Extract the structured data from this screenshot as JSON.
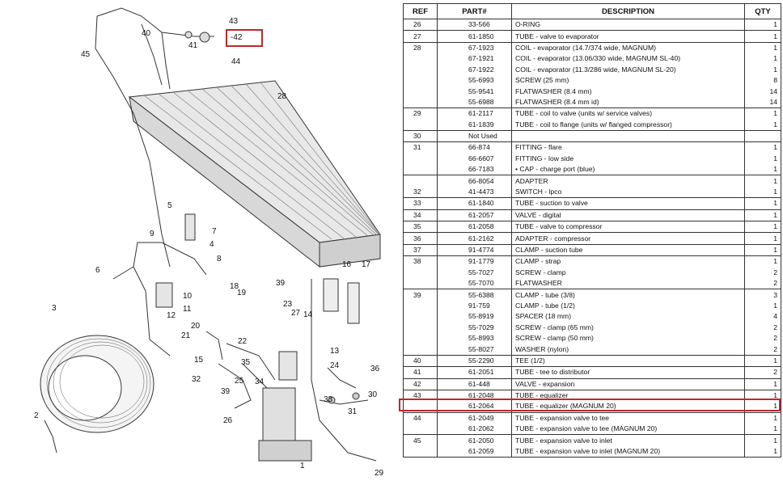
{
  "diagram": {
    "callouts": [
      "43",
      "40",
      "41",
      "-42",
      "45",
      "44",
      "28",
      "5",
      "9",
      "4",
      "7",
      "8",
      "6",
      "16",
      "17",
      "18",
      "19",
      "10",
      "11",
      "39",
      "3",
      "12",
      "20",
      "21",
      "22",
      "23",
      "27",
      "14",
      "15",
      "13",
      "35",
      "24",
      "32",
      "39",
      "25",
      "34",
      "36",
      "33",
      "31",
      "30",
      "2",
      "26",
      "1",
      "29"
    ]
  },
  "table": {
    "headers": {
      "ref": "REF",
      "part": "PART#",
      "desc": "DESCRIPTION",
      "qty": "QTY"
    },
    "rows": [
      {
        "ref": "26",
        "part": "33-566",
        "desc": "O-RING",
        "qty": "1",
        "grp": true
      },
      {
        "ref": "27",
        "part": "61-1850",
        "desc": "TUBE - valve to evaporator",
        "qty": "1",
        "grp": true
      },
      {
        "ref": "28",
        "part": "67-1923",
        "desc": "COIL - evaporator (14.7/374 wide, MAGNUM)",
        "qty": "1",
        "grp": true
      },
      {
        "ref": "",
        "part": "67-1921",
        "desc": "COIL - evaporator (13.06/330 wide, MAGNUM SL-40)",
        "qty": "1",
        "grp": false
      },
      {
        "ref": "",
        "part": "67-1922",
        "desc": "COIL - evaporator (11.3/286 wide, MAGNUM SL-20)",
        "qty": "1",
        "grp": false
      },
      {
        "ref": "",
        "part": "55-6993",
        "desc": "SCREW (25 mm)",
        "qty": "8",
        "grp": false
      },
      {
        "ref": "",
        "part": "55-9541",
        "desc": "FLATWASHER (8.4 mm)",
        "qty": "14",
        "grp": false
      },
      {
        "ref": "",
        "part": "55-6988",
        "desc": "FLATWASHER (8.4 mm id)",
        "qty": "14",
        "grp": false
      },
      {
        "ref": "29",
        "part": "61-2117",
        "desc": "TUBE - coil to valve (units w/ service valves)",
        "qty": "1",
        "grp": true
      },
      {
        "ref": "",
        "part": "61-1839",
        "desc": "TUBE - coil to flange (units w/ flanged compressor)",
        "qty": "1",
        "grp": false
      },
      {
        "ref": "30",
        "part": "Not Used",
        "desc": "",
        "qty": "",
        "grp": true
      },
      {
        "ref": "31",
        "part": "66-874",
        "desc": "FITTING - flare",
        "qty": "1",
        "grp": true
      },
      {
        "ref": "",
        "part": "66-6607",
        "desc": "FITTING - low side",
        "qty": "1",
        "grp": false
      },
      {
        "ref": "",
        "part": "66-7183",
        "desc": "• CAP - charge port (blue)",
        "qty": "1",
        "grp": false
      },
      {
        "ref": "",
        "part": "66-8054",
        "desc": "ADAPTER",
        "qty": "1",
        "grp": true
      },
      {
        "ref": "32",
        "part": "41-4473",
        "desc": "SWITCH - lpco",
        "qty": "1",
        "grp": false
      },
      {
        "ref": "33",
        "part": "61-1840",
        "desc": "TUBE - suction to valve",
        "qty": "1",
        "grp": true
      },
      {
        "ref": "34",
        "part": "61-2057",
        "desc": "VALVE - digital",
        "qty": "1",
        "grp": true
      },
      {
        "ref": "35",
        "part": "61-2058",
        "desc": "TUBE - valve to compressor",
        "qty": "1",
        "grp": true
      },
      {
        "ref": "36",
        "part": "61-2162",
        "desc": "ADAPTER - compressor",
        "qty": "1",
        "grp": true
      },
      {
        "ref": "37",
        "part": "91-4774",
        "desc": "CLAMP - suction tube",
        "qty": "1",
        "grp": true
      },
      {
        "ref": "38",
        "part": "91-1779",
        "desc": "CLAMP - strap",
        "qty": "1",
        "grp": true
      },
      {
        "ref": "",
        "part": "55-7027",
        "desc": "SCREW - clamp",
        "qty": "2",
        "grp": false
      },
      {
        "ref": "",
        "part": "55-7070",
        "desc": "FLATWASHER",
        "qty": "2",
        "grp": false
      },
      {
        "ref": "39",
        "part": "55-6388",
        "desc": "CLAMP - tube (3/8)",
        "qty": "3",
        "grp": true
      },
      {
        "ref": "",
        "part": "91-759",
        "desc": "CLAMP - tube (1/2)",
        "qty": "1",
        "grp": false
      },
      {
        "ref": "",
        "part": "55-8919",
        "desc": "SPACER (18 mm)",
        "qty": "4",
        "grp": false
      },
      {
        "ref": "",
        "part": "55-7029",
        "desc": "SCREW - clamp (65 mm)",
        "qty": "2",
        "grp": false
      },
      {
        "ref": "",
        "part": "55-8993",
        "desc": "SCREW - clamp (50 mm)",
        "qty": "2",
        "grp": false
      },
      {
        "ref": "",
        "part": "55-8027",
        "desc": "WASHER (nylon)",
        "qty": "2",
        "grp": false
      },
      {
        "ref": "40",
        "part": "55-2290",
        "desc": "TEE (1/2)",
        "qty": "1",
        "grp": true
      },
      {
        "ref": "41",
        "part": "61-2051",
        "desc": "TUBE - tee to distributor",
        "qty": "2",
        "grp": true
      },
      {
        "ref": "42",
        "part": "61-448",
        "desc": "VALVE - expansion",
        "qty": "1",
        "grp": true
      },
      {
        "ref": "43",
        "part": "61-2048",
        "desc": "TUBE - equalizer",
        "qty": "1",
        "grp": true
      },
      {
        "ref": "",
        "part": "61-2064",
        "desc": "TUBE - equalizer (MAGNUM 20)",
        "qty": "1",
        "grp": false
      },
      {
        "ref": "44",
        "part": "61-2049",
        "desc": "TUBE - expansion valve to tee",
        "qty": "1",
        "grp": true
      },
      {
        "ref": "",
        "part": "61-2062",
        "desc": "TUBE - expansion valve to tee (MAGNUM 20)",
        "qty": "1",
        "grp": false
      },
      {
        "ref": "45",
        "part": "61-2050",
        "desc": "TUBE - expansion valve to inlet",
        "qty": "1",
        "grp": true
      },
      {
        "ref": "",
        "part": "61-2059",
        "desc": "TUBE - expansion valve to inlet (MAGNUM 20)",
        "qty": "1",
        "grp": false
      }
    ]
  }
}
